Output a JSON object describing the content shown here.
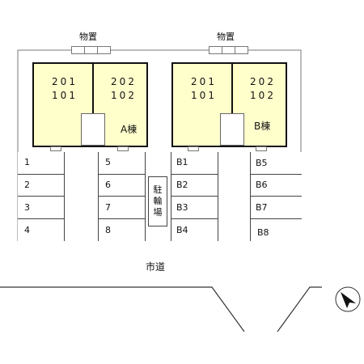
{
  "storage_label": "物置",
  "building_a": {
    "name": "A棟",
    "units_left": [
      "201",
      "101"
    ],
    "units_right": [
      "202",
      "102"
    ]
  },
  "building_b": {
    "name": "B棟",
    "units_left": [
      "201",
      "101"
    ],
    "units_right": [
      "202",
      "102"
    ]
  },
  "bicycle_parking": [
    "駐",
    "輪",
    "場"
  ],
  "parking_slots": {
    "col1": [
      "1",
      "2",
      "3",
      "4"
    ],
    "col2": [
      "5",
      "6",
      "7",
      "8"
    ],
    "col3": [
      "B1",
      "B2",
      "B3",
      "B4"
    ],
    "col4": [
      "B5",
      "B6",
      "B7",
      "B8"
    ]
  },
  "road_label": "市道",
  "compass_icon": "north-arrow-icon"
}
